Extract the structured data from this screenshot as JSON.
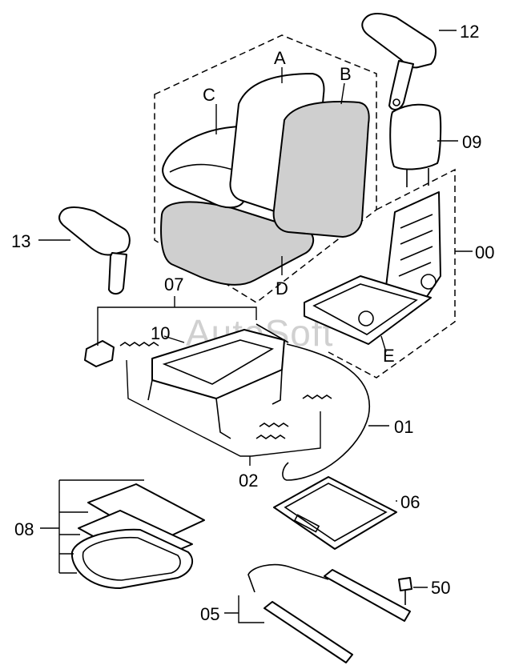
{
  "labels": {
    "A": "A",
    "B": "B",
    "C": "C",
    "D": "D",
    "E": "E",
    "p00": "00",
    "p01": "01",
    "p02": "02",
    "p05": "05",
    "p06": "06",
    "p07": "07",
    "p08": "08",
    "p09": "09",
    "p10": "10",
    "p12": "12",
    "p13": "13",
    "p50": "50"
  },
  "watermark": "AutoSoft"
}
